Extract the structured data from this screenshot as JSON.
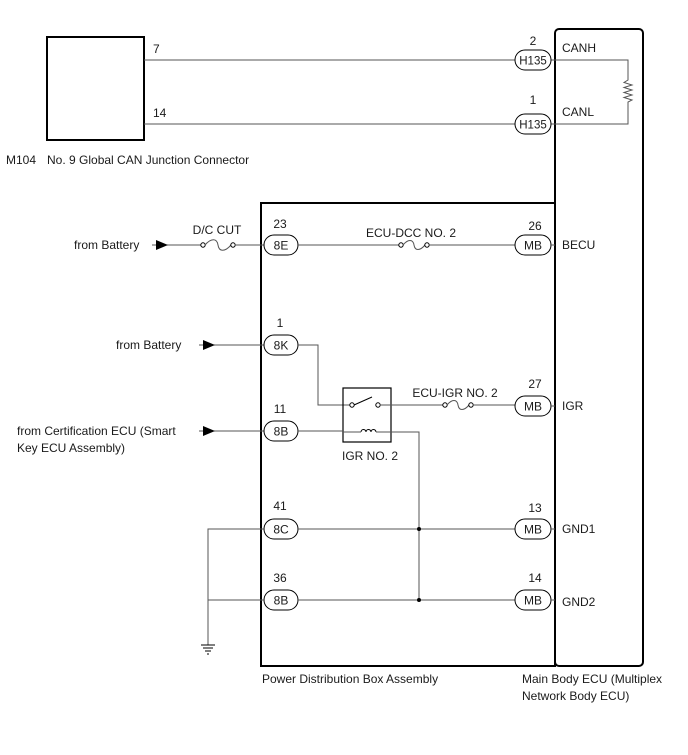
{
  "jc": {
    "code": "M104",
    "name": "No. 9 Global CAN Junction Connector",
    "pin_canh": "7",
    "pin_canl": "14"
  },
  "ecu": {
    "name_line1": "Main Body ECU (Multiplex",
    "name_line2": "Network Body ECU)"
  },
  "pdb": {
    "name": "Power Distribution Box Assembly"
  },
  "connectors": {
    "canh": {
      "code": "H135",
      "pin": "2",
      "signal": "CANH"
    },
    "canl": {
      "code": "H135",
      "pin": "1",
      "signal": "CANL"
    },
    "becu_in": {
      "code": "8E",
      "pin": "23"
    },
    "becu_out": {
      "code": "MB",
      "pin": "26",
      "signal": "BECU"
    },
    "bat2_in": {
      "code": "8K",
      "pin": "1"
    },
    "igr_out": {
      "code": "MB",
      "pin": "27",
      "signal": "IGR"
    },
    "cert_in": {
      "code": "8B",
      "pin": "11"
    },
    "gnd1_in": {
      "code": "8C",
      "pin": "41"
    },
    "gnd1_out": {
      "code": "MB",
      "pin": "13",
      "signal": "GND1"
    },
    "gnd2_in": {
      "code": "8B",
      "pin": "36"
    },
    "gnd2_out": {
      "code": "MB",
      "pin": "14",
      "signal": "GND2"
    }
  },
  "sources": {
    "battery1": "from Battery",
    "battery2": "from Battery",
    "cert_line1": "from Certification ECU (Smart",
    "cert_line2": "Key ECU Assembly)"
  },
  "fuses": {
    "dc_cut": "D/C CUT",
    "ecu_dcc2": "ECU-DCC NO. 2",
    "ecu_igr2": "ECU-IGR NO. 2"
  },
  "relay": {
    "name": "IGR NO. 2"
  }
}
